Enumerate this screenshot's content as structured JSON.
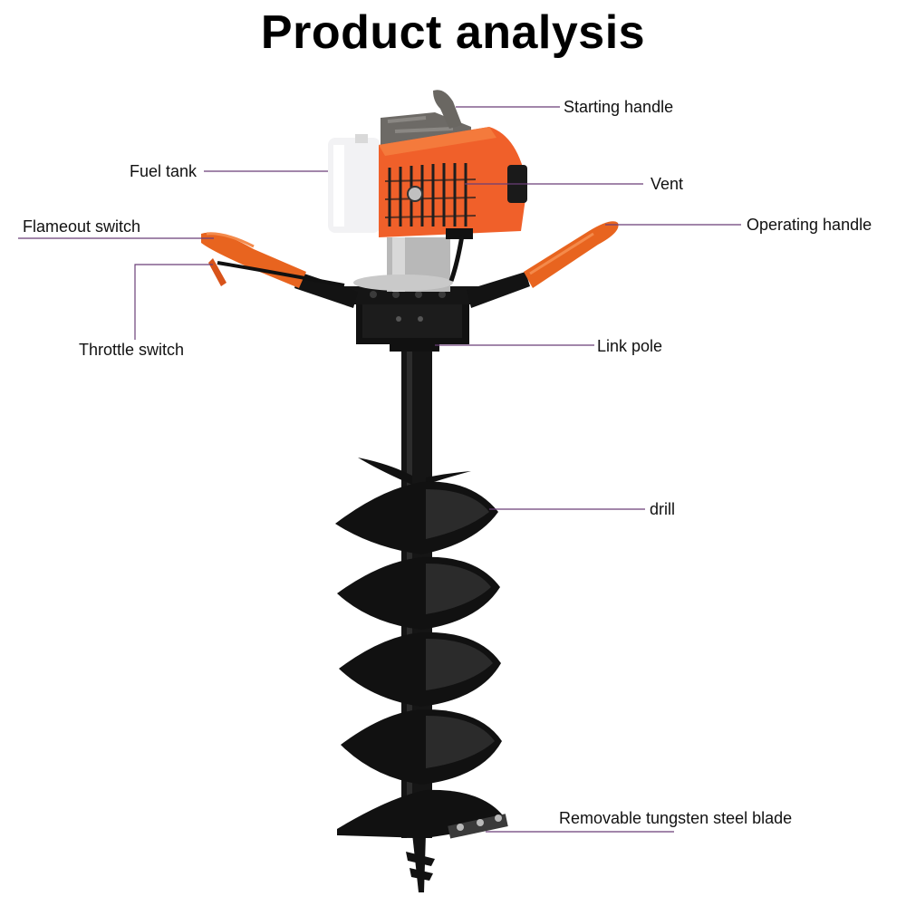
{
  "title": "Product analysis",
  "labels": {
    "starting_handle": "Starting handle",
    "fuel_tank": "Fuel tank",
    "vent": "Vent",
    "flameout_switch": "Flameout switch",
    "operating_handle": "Operating handle",
    "throttle_switch": "Throttle switch",
    "link_pole": "Link pole",
    "drill": "drill",
    "blade": "Removable tungsten steel blade"
  },
  "colors": {
    "engine_orange": "#f0602a",
    "handle_orange": "#e8641f",
    "tank_white": "#f2f2f4",
    "metal_black": "#141414",
    "cover_grey": "#6d6a66",
    "leader_line": "#6a3f78"
  }
}
